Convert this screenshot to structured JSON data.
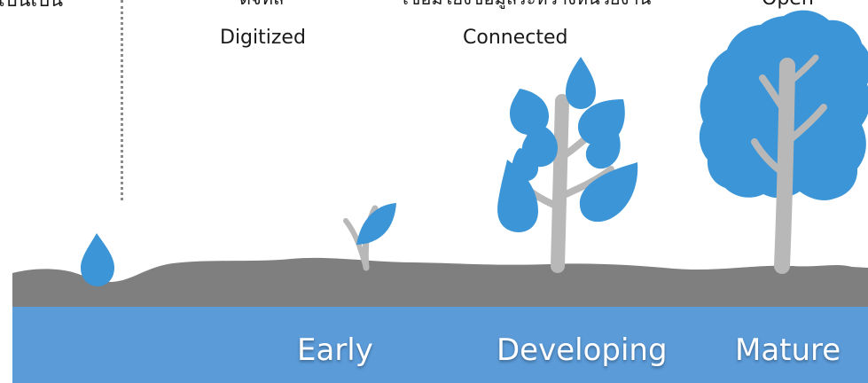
{
  "top_labels": {
    "thai_left": "เป็นเปิน",
    "thai_center_left": "ดิจิทัล",
    "thai_center": "เชื่อมโยงข้อมูลระหว่างหน่วยงาน",
    "open": "Open"
  },
  "mid_labels": {
    "digitized": "Digitized",
    "connected": "Connected"
  },
  "stages": {
    "early": "Early",
    "developing": "Developing",
    "mature": "Mature"
  },
  "colors": {
    "blue": "#3b95d6",
    "band": "#5b9bd8",
    "ground": "#7f7f7f",
    "trunk": "#b8b8b8",
    "tree": "#3b95d6"
  }
}
